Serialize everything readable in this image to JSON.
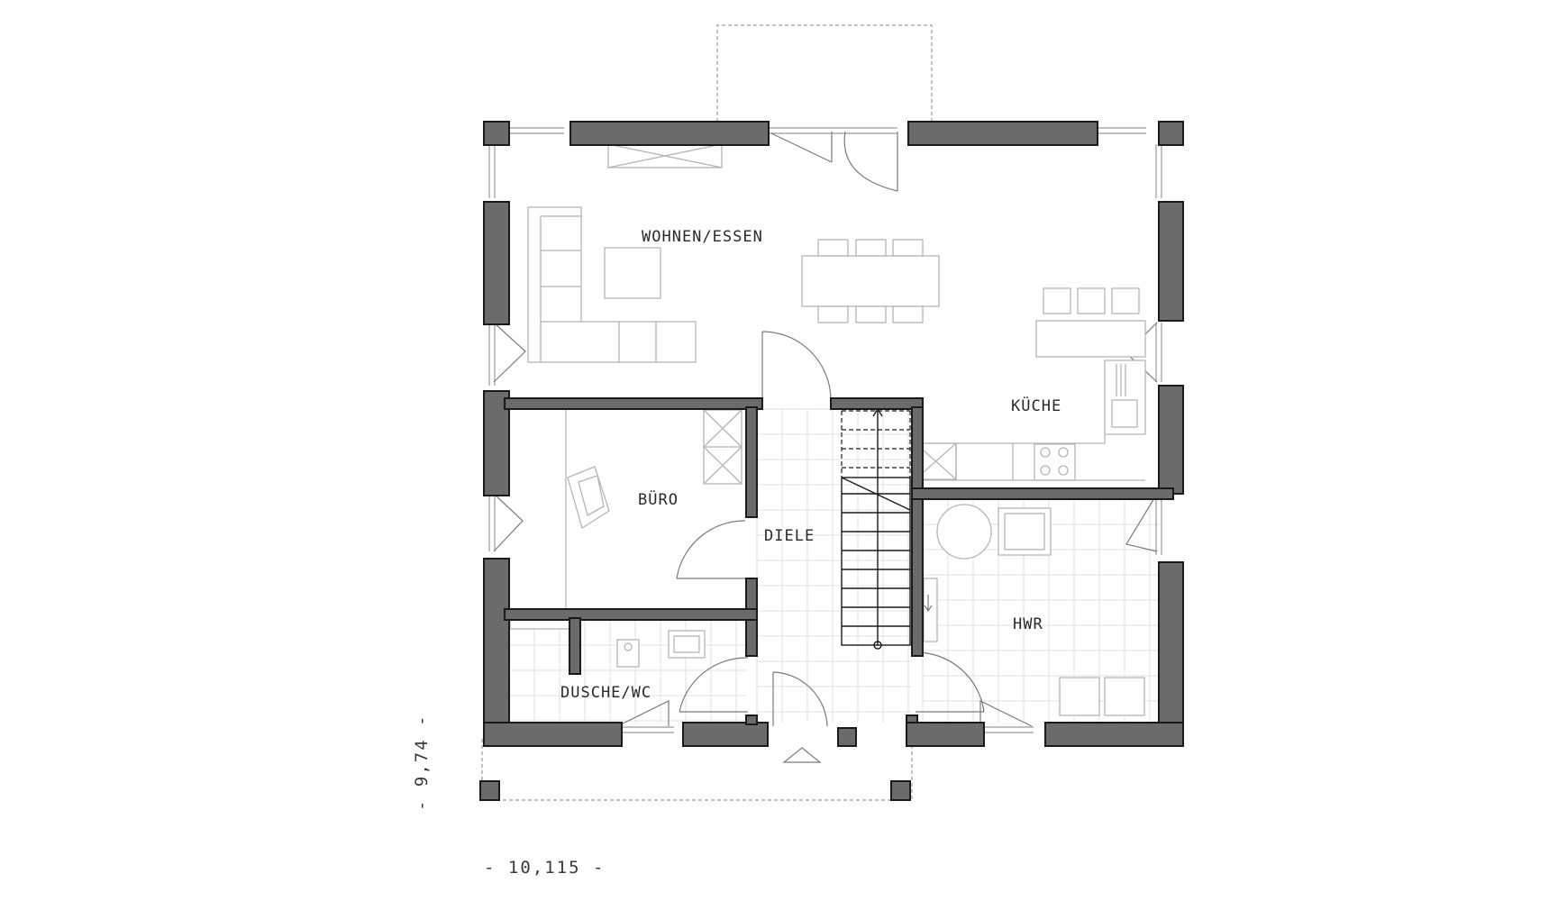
{
  "rooms": {
    "living": "WOHNEN/ESSEN",
    "kitchen": "KÜCHE",
    "office": "BÜRO",
    "hall": "DIELE",
    "utility": "HWR",
    "bath": "DUSCHE/WC"
  },
  "dimensions": {
    "width": "- 10,115 -",
    "depth": "- 9,74 -"
  },
  "colors": {
    "wall_fill": "#6b6b6b",
    "wall_outline": "#1a1a1a",
    "furniture_line": "#b5b5b5"
  }
}
